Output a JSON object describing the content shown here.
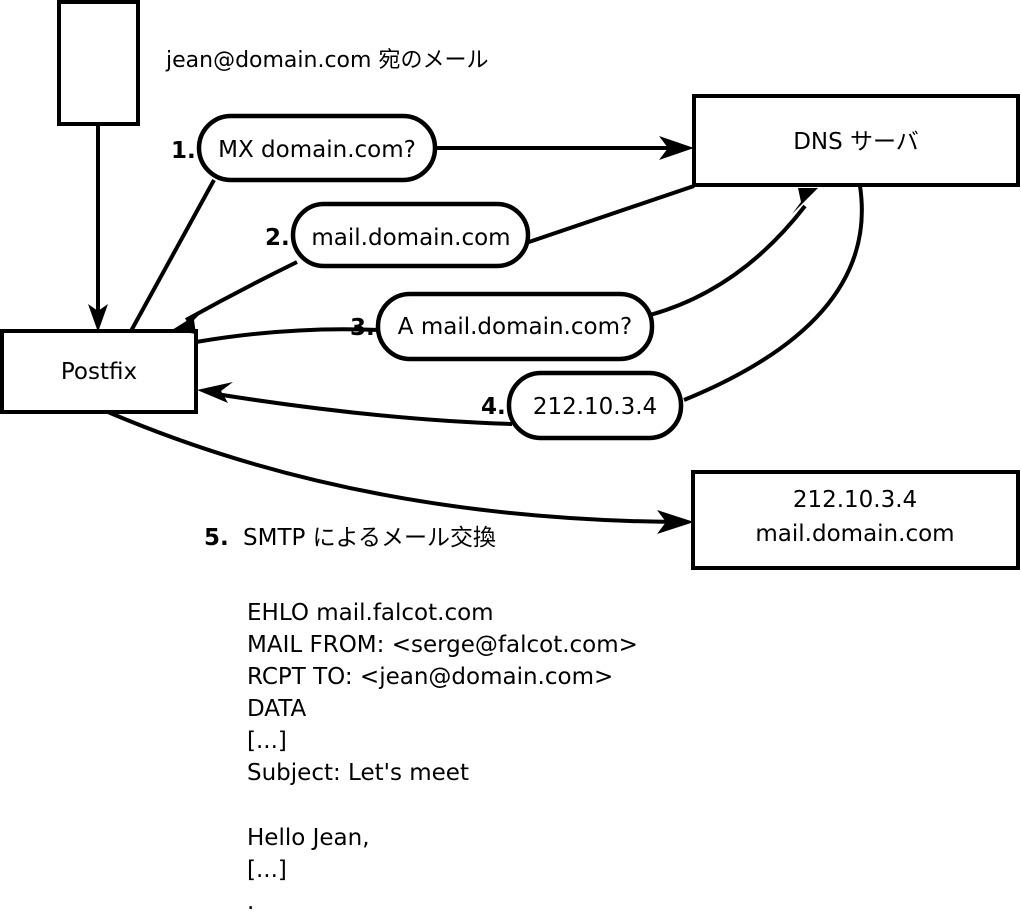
{
  "diagram": {
    "title_note": "jean@domain.com 宛のメール",
    "nodes": {
      "mail_client": {
        "label": ""
      },
      "postfix": {
        "label": "Postfix"
      },
      "dns_server": {
        "label": "DNS サーバ"
      },
      "target_server": {
        "line1": "212.10.3.4",
        "line2": "mail.domain.com"
      }
    },
    "steps": [
      {
        "number": "1.",
        "label": "MX domain.com?"
      },
      {
        "number": "2.",
        "label": "mail.domain.com"
      },
      {
        "number": "3.",
        "label": "A mail.domain.com?"
      },
      {
        "number": "4.",
        "label": "212.10.3.4"
      },
      {
        "number": "5.",
        "label": "SMTP によるメール交換"
      }
    ],
    "transcript": [
      "EHLO mail.falcot.com",
      "MAIL FROM: <serge@falcot.com>",
      "RCPT TO: <jean@domain.com>",
      "DATA",
      "[...]",
      "Subject: Let's meet",
      "",
      "Hello Jean,",
      "[...]",
      "."
    ],
    "colors": {
      "stroke": "#000000",
      "fill": "#ffffff",
      "text": "#000000"
    }
  }
}
